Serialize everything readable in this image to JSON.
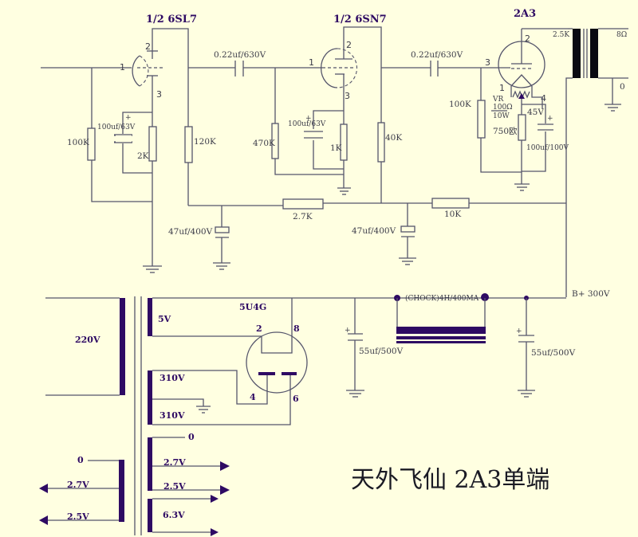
{
  "schematic": {
    "caption": "天外飞仙 2A3单端",
    "background": "#ffffe1",
    "accent_color": "#2e0a63",
    "tubes": {
      "v1": {
        "label": "1/2 6SL7",
        "pins": [
          "1",
          "2",
          "3"
        ]
      },
      "v2": {
        "label": "1/2 6SN7",
        "pins": [
          "1",
          "2",
          "3"
        ]
      },
      "v3": {
        "label": "2A3",
        "pins": [
          "1",
          "2",
          "3",
          "4"
        ]
      },
      "rect": {
        "label": "5U4G",
        "pins": [
          "2",
          "8",
          "4",
          "6"
        ]
      }
    },
    "components": {
      "c_couple1": "0.22uf/630V",
      "c_couple2": "0.22uf/630V",
      "r_grid1": "100K",
      "c_cath1": "100uf/63V",
      "r_cath1": "2K",
      "r_plate1": "120K",
      "r_grid2": "470K",
      "c_cath2": "100uf/63V",
      "r_cath2": "1K",
      "r_plate2": "40K",
      "r_grid3": "100K",
      "vr_hum": "VR",
      "vr_value": "100Ω",
      "vr_power": "10W",
      "r_cath3": "750欧",
      "v_cath3": "45V",
      "c_cath3": "100uf/100V",
      "r_dec1": "2.7K",
      "r_dec2": "10K",
      "c_dec1": "47uf/400V",
      "c_dec2": "47uf/400V",
      "c_filt1": "55uf/500V",
      "c_filt2": "55uf/500V",
      "choke": "(CHOCK)4H/400MA",
      "b_plus": "B+ 300V",
      "opt_primary": "2.5K",
      "opt_secondary": "8Ω",
      "opt_ground": "0"
    },
    "power_transformer": {
      "primary": "220V",
      "sec_5v": "5V",
      "sec_hv_top": "310V",
      "sec_hv_bottom": "310V",
      "fil_zero": "0",
      "fil_27": "2.7V",
      "fil_25": "2.5V",
      "fil_63": "6.3V"
    },
    "filament_transformer": {
      "zero": "0",
      "out_27": "2.7V",
      "out_25": "2.5V"
    }
  }
}
